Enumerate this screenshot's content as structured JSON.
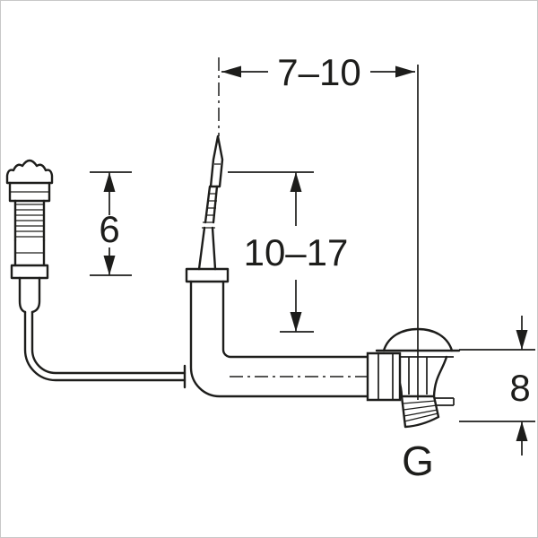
{
  "figure": {
    "background_color": "#ffffff",
    "line_color": "#1d1d1b",
    "frame_color": "#c8c8c8",
    "labels": {
      "dim_top_width": "7–10",
      "dim_knob_travel": "6",
      "dim_overflow_height": "10–17",
      "dim_valve_height": "8",
      "thread": "G"
    }
  }
}
